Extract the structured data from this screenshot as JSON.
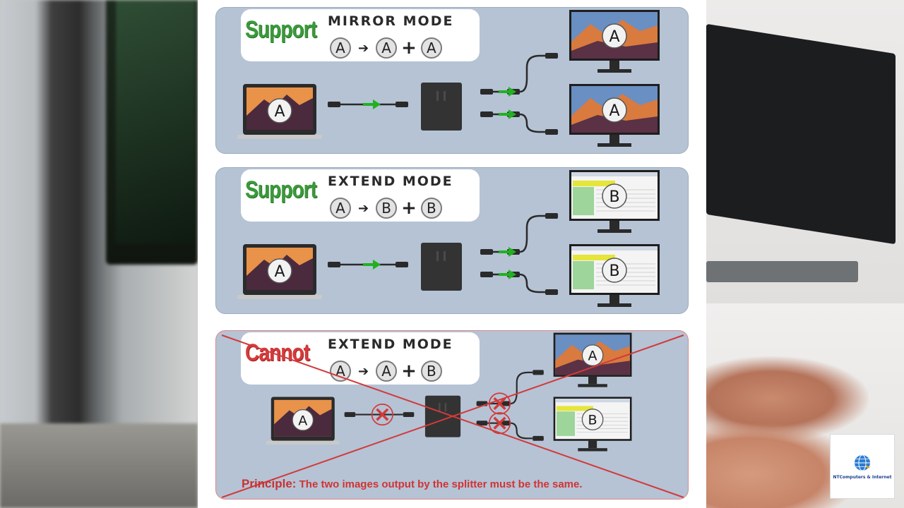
{
  "sections": [
    {
      "id": "mirror",
      "status": "Support",
      "status_ok": true,
      "mode": "MIRROR MODE",
      "formula": {
        "source": "A",
        "out1": "A",
        "out2": "A"
      },
      "laptop_label": "A",
      "monitor_labels": [
        "A",
        "A"
      ],
      "monitor_screens": [
        "landscape",
        "landscape"
      ]
    },
    {
      "id": "extend-support",
      "status": "Support",
      "status_ok": true,
      "mode": "EXTEND MODE",
      "formula": {
        "source": "A",
        "out1": "B",
        "out2": "B"
      },
      "laptop_label": "A",
      "monitor_labels": [
        "B",
        "B"
      ],
      "monitor_screens": [
        "spreadsheet",
        "spreadsheet"
      ]
    },
    {
      "id": "extend-cannot",
      "status": "Cannot",
      "status_ok": false,
      "mode": "EXTEND MODE",
      "formula": {
        "source": "A",
        "out1": "A",
        "out2": "B"
      },
      "laptop_label": "A",
      "monitor_labels": [
        "A",
        "B"
      ],
      "monitor_screens": [
        "landscape",
        "spreadsheet"
      ]
    }
  ],
  "symbols": {
    "arrow": "➔",
    "plus": "+"
  },
  "principle": {
    "lead": "Principle:",
    "text": " The two images output by the splitter must be the same."
  },
  "logo": {
    "text": "NTComputers & Internet",
    "icon": "globe-icon"
  },
  "colors": {
    "panel_bg": "#b5c3d5",
    "support_green": "#3a9a3a",
    "cannot_red": "#d63a3a",
    "arrow_green": "#22b022",
    "splitter": "#333333"
  }
}
